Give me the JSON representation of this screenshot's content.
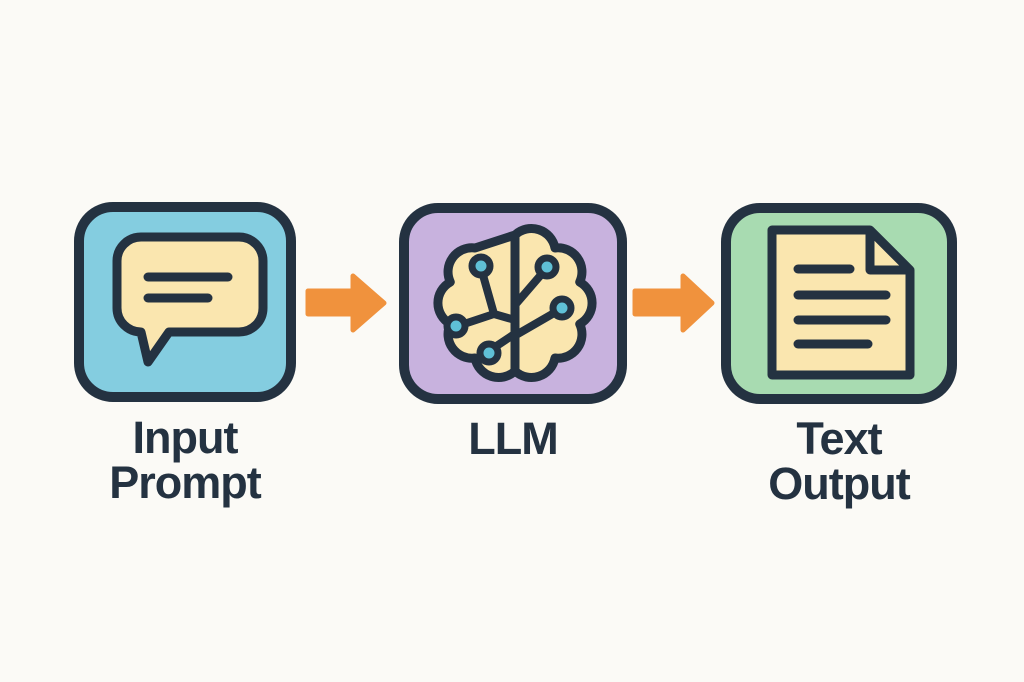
{
  "background": "#fbfaf6",
  "ink": "#243241",
  "diagram": {
    "nodes": [
      {
        "label": "Input Prompt",
        "fill": "#84cde0",
        "icon": "speech-bubble-icon"
      },
      {
        "label": "LLM",
        "fill": "#c8b2de",
        "icon": "brain-circuit-icon"
      },
      {
        "label": "Text Output",
        "fill": "#a8dbb1",
        "icon": "document-icon"
      }
    ],
    "connectors": [
      {
        "from": "Input Prompt",
        "to": "LLM"
      },
      {
        "from": "LLM",
        "to": "Text Output"
      }
    ],
    "icon_fill": "#fae6af",
    "node_dot_color": "#5fc0d6",
    "arrow_color": "#f0923d"
  }
}
